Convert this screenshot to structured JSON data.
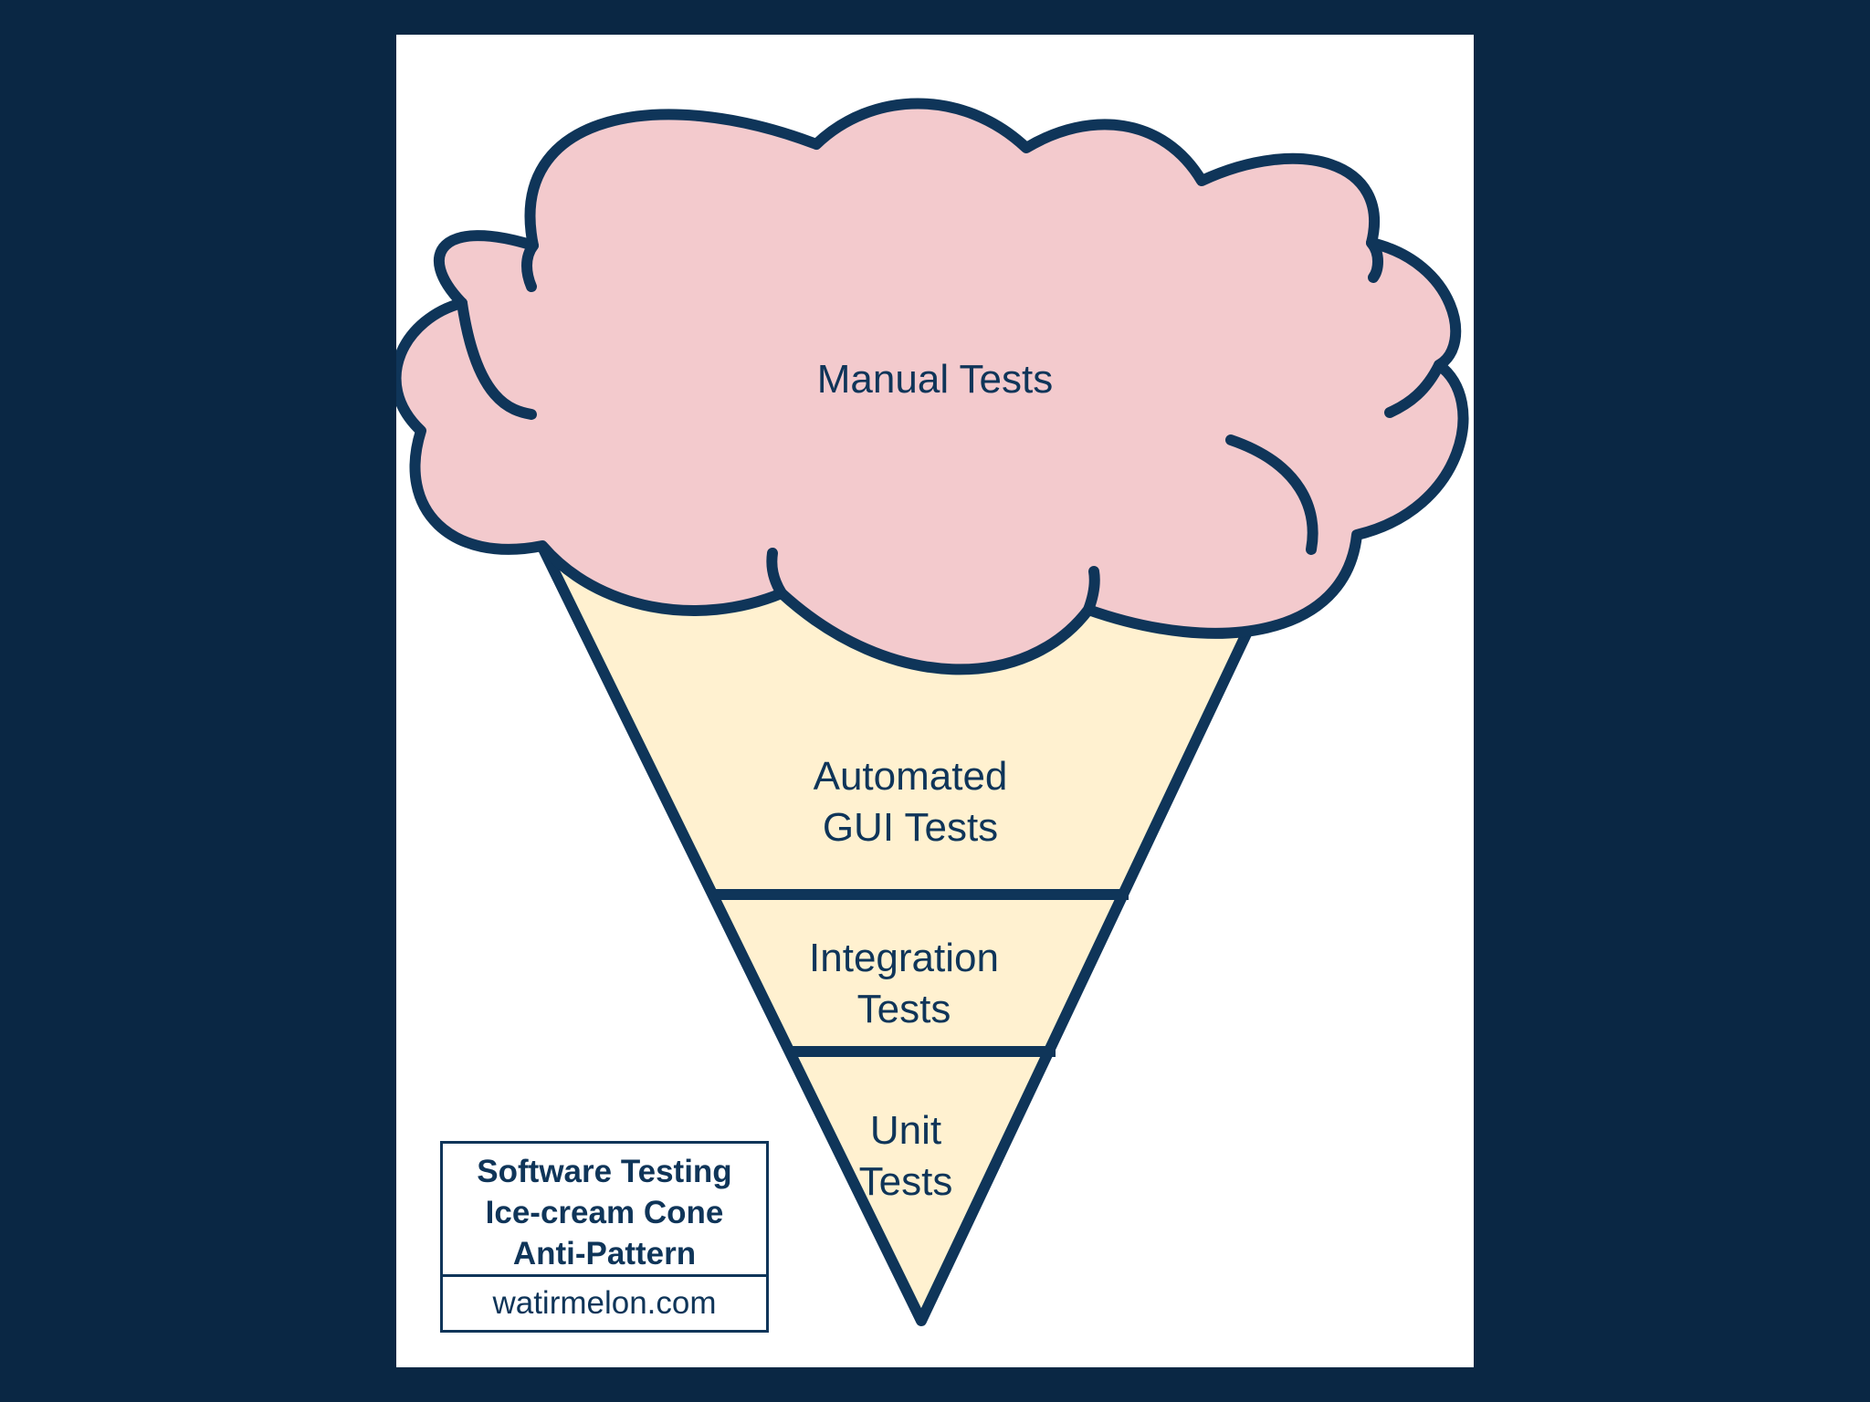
{
  "diagram": {
    "cloud_label": "Manual Tests",
    "layers": [
      {
        "line1": "Automated",
        "line2": "GUI Tests"
      },
      {
        "line1": "Integration",
        "line2": "Tests"
      },
      {
        "line1": "Unit",
        "line2": "Tests"
      }
    ],
    "caption": {
      "line1": "Software Testing",
      "line2": "Ice-cream Cone",
      "line3": "Anti-Pattern",
      "source": "watirmelon.com"
    }
  },
  "colors": {
    "background": "#0a2744",
    "canvas": "#ffffff",
    "stroke": "#0f3559",
    "cone_fill": "#fff1d0",
    "cloud_fill": "#f3cacd"
  }
}
